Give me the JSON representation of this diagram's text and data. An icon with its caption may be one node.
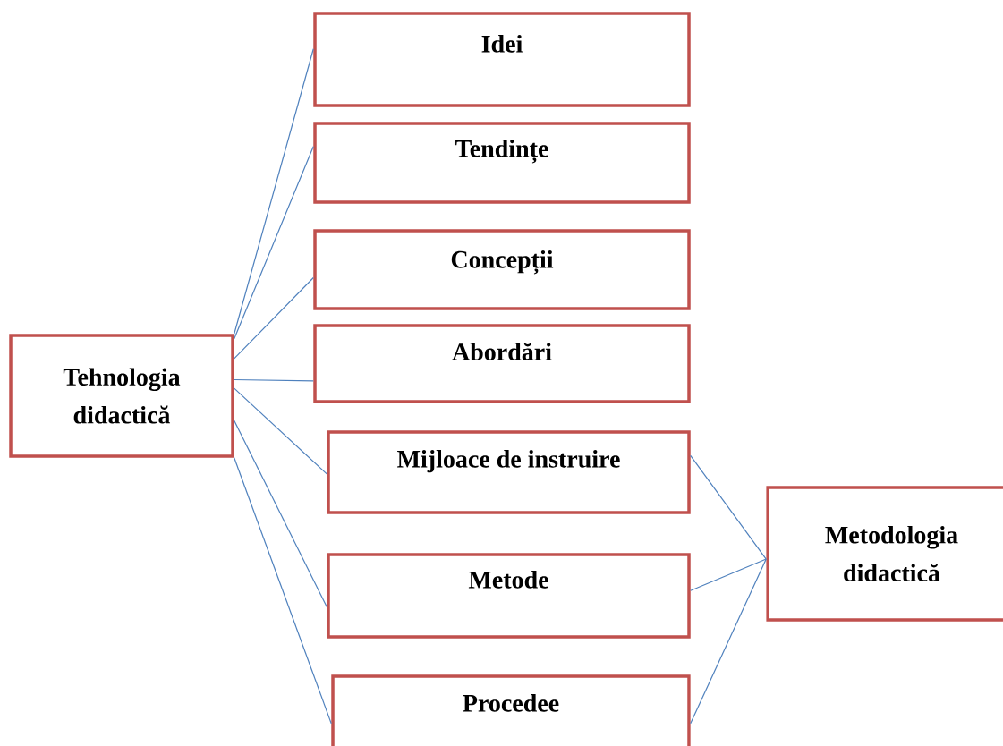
{
  "diagram": {
    "nodes": [
      {
        "text": [
          "Tehnologia didactică"
        ]
      },
      {
        "text": [
          "Idei"
        ]
      },
      {
        "text": [
          "Tendințe"
        ]
      },
      {
        "text": [
          "Concepții"
        ]
      },
      {
        "text": [
          "Abordări"
        ]
      },
      {
        "text": [
          "Mijloace de instruire"
        ]
      },
      {
        "text": [
          "Metode"
        ]
      },
      {
        "text": [
          "Procedee"
        ]
      },
      {
        "text": [
          "Metodologia didactică"
        ]
      }
    ],
    "edges": [
      {
        "from": 0,
        "to": 1,
        "arrow": "none"
      },
      {
        "from": 0,
        "to": 2,
        "arrow": "none"
      },
      {
        "from": 0,
        "to": 3,
        "arrow": "none"
      },
      {
        "from": 0,
        "to": 4,
        "arrow": "none"
      },
      {
        "from": 0,
        "to": 5,
        "arrow": "none"
      },
      {
        "from": 0,
        "to": 6,
        "arrow": "none"
      },
      {
        "from": 0,
        "to": 7,
        "arrow": "none"
      },
      {
        "from": 8,
        "to": 5,
        "arrow": "none"
      },
      {
        "from": 8,
        "to": 6,
        "arrow": "none"
      },
      {
        "from": 8,
        "to": 7,
        "arrow": "none"
      }
    ]
  }
}
